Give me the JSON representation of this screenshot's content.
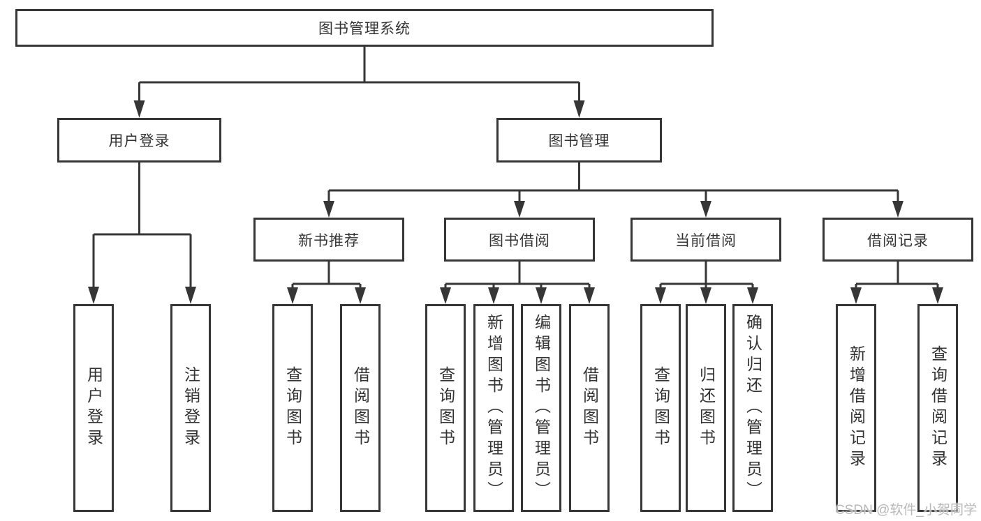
{
  "colors": {
    "line": "#363636",
    "box_border": "#363636",
    "text": "#333333",
    "background": "#ffffff",
    "watermark_text": "#b8b8b8"
  },
  "watermark": {
    "text": "CSDN @软件_小贺同学"
  },
  "tree": {
    "label": "图书管理系统",
    "children": [
      {
        "label": "用户登录",
        "children": [
          {
            "label": "用户登录"
          },
          {
            "label": "注销登录"
          }
        ]
      },
      {
        "label": "图书管理",
        "children": [
          {
            "label": "新书推荐",
            "children": [
              {
                "label": "查询图书"
              },
              {
                "label": "借阅图书"
              }
            ]
          },
          {
            "label": "图书借阅",
            "children": [
              {
                "label": "查询图书"
              },
              {
                "label": "新增图书（管理员）"
              },
              {
                "label": "编辑图书（管理员）"
              },
              {
                "label": "借阅图书"
              }
            ]
          },
          {
            "label": "当前借阅",
            "children": [
              {
                "label": "查询图书"
              },
              {
                "label": "归还图书"
              },
              {
                "label": "确认归还（管理员）"
              }
            ]
          },
          {
            "label": "借阅记录",
            "children": [
              {
                "label": "新增借阅记录"
              },
              {
                "label": "查询借阅记录"
              }
            ]
          }
        ]
      }
    ]
  }
}
